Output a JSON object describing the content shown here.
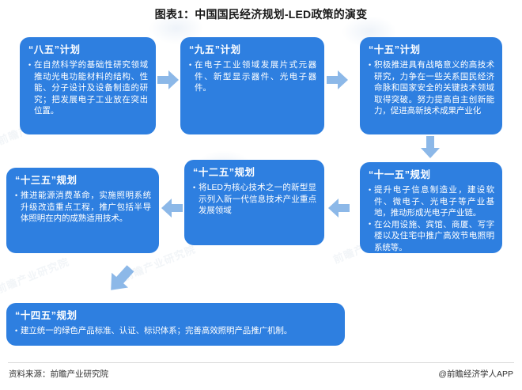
{
  "chart": {
    "title": "图表1：中国国民经济规划-LED政策的演变",
    "type": "flowchart",
    "accent_color": "#2e7fe0",
    "arrow_color": "#8cb8e8"
  },
  "boxes": [
    {
      "id": "box-85",
      "title": "“八五”计划",
      "bullets": [
        "在自然科学的基础性研究领域推动光电功能材料的结构、性能、分子设计及设备制造的研究；把发展电子工业放在突出位置。"
      ]
    },
    {
      "id": "box-95",
      "title": "“九五”计划",
      "bullets": [
        "在电子工业领域发展片式元器件、新型显示器件、光电子器件。"
      ]
    },
    {
      "id": "box-15",
      "title": "“十五”计划",
      "bullets": [
        "积极推进具有战略意义的高技术研究，力争在一些关系国民经济命脉和国家安全的关键技术领域取得突破。努力提高自主创新能力，促进高新技术成果产业化"
      ]
    },
    {
      "id": "box-115",
      "title": "“十一五”规划",
      "bullets": [
        "提升电子信息制造业，建设软件、微电子、光电子等产业基地，推动形成光电子产业链。",
        "在公用设施、宾馆、商厦、写字楼以及住宅中推广高效节电照明系统等。"
      ]
    },
    {
      "id": "box-125",
      "title": "“十二五”规划",
      "bullets": [
        "将LED为核心技术之一的新型显示列入新一代信息技术产业重点发展领域"
      ]
    },
    {
      "id": "box-135",
      "title": "“十三五”规划",
      "bullets": [
        "推进能源消费革命，实施照明系统升级改造重点工程，推广包括半导体照明在内的成熟适用技术。"
      ]
    },
    {
      "id": "box-145",
      "title": "“十四五”规划",
      "bullets": [
        "建立统一的绿色产品标准、认证、标识体系；完善高效照明产品推广机制。"
      ]
    }
  ],
  "arrows": [
    {
      "name": "arrow-85-to-95",
      "direction": "right"
    },
    {
      "name": "arrow-95-to-15",
      "direction": "right"
    },
    {
      "name": "arrow-15-to-115",
      "direction": "down"
    },
    {
      "name": "arrow-115-to-125",
      "direction": "left"
    },
    {
      "name": "arrow-125-to-135",
      "direction": "left"
    },
    {
      "name": "arrow-135-to-145",
      "direction": "down-right"
    }
  ],
  "watermarks": [
    "前瞻产业研究院",
    "前瞻产业研究院",
    "前瞻产业研究院",
    "前瞻产业研究院",
    "前瞻产业研究院"
  ],
  "footer": {
    "source": "资料来源：前瞻产业研究院",
    "attribution": "@前瞻经济学人APP"
  }
}
